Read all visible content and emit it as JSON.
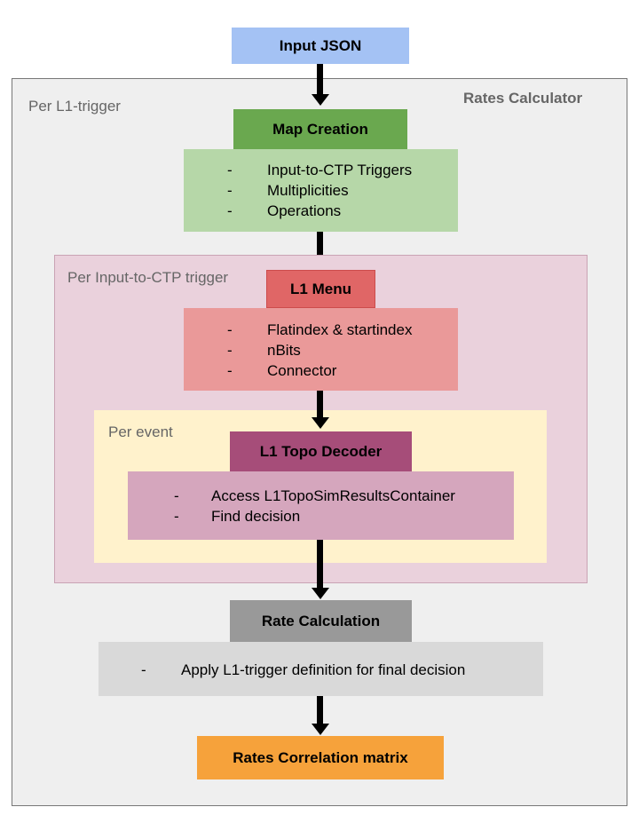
{
  "input_json": "Input JSON",
  "per_l1_trigger": "Per L1-trigger",
  "rates_calculator": "Rates Calculator",
  "map_creation": {
    "title": "Map Creation",
    "items": [
      "Input-to-CTP Triggers",
      "Multiplicities",
      "Operations"
    ]
  },
  "per_input_to_ctp": "Per Input-to-CTP trigger",
  "l1_menu": {
    "title": "L1 Menu",
    "items": [
      "Flatindex & startindex",
      "nBits",
      "Connector"
    ]
  },
  "per_event": "Per event",
  "l1_topo_decoder": {
    "title": "L1 Topo Decoder",
    "items": [
      "Access L1TopoSimResultsContainer",
      "Find decision"
    ]
  },
  "rate_calculation": {
    "title": "Rate Calculation",
    "items": [
      "Apply L1-trigger definition for final decision"
    ]
  },
  "rates_correlation": "Rates Correlation matrix",
  "dash": "-",
  "colors": {
    "input_json": "#a4c2f4",
    "outer_frame": "#efefef",
    "map_creation_header": "#6aa84f",
    "map_creation_body": "#b6d7a8",
    "per_input_frame": "#ead1dc",
    "l1_menu_header": "#e06666",
    "l1_menu_body": "#ea9999",
    "per_event_frame": "#fff2cc",
    "l1_topo_header": "#a64d79",
    "l1_topo_body": "#d5a6bd",
    "rate_calc_header": "#999999",
    "rate_calc_body": "#d9d9d9",
    "rates_correlation": "#f6a23b"
  }
}
